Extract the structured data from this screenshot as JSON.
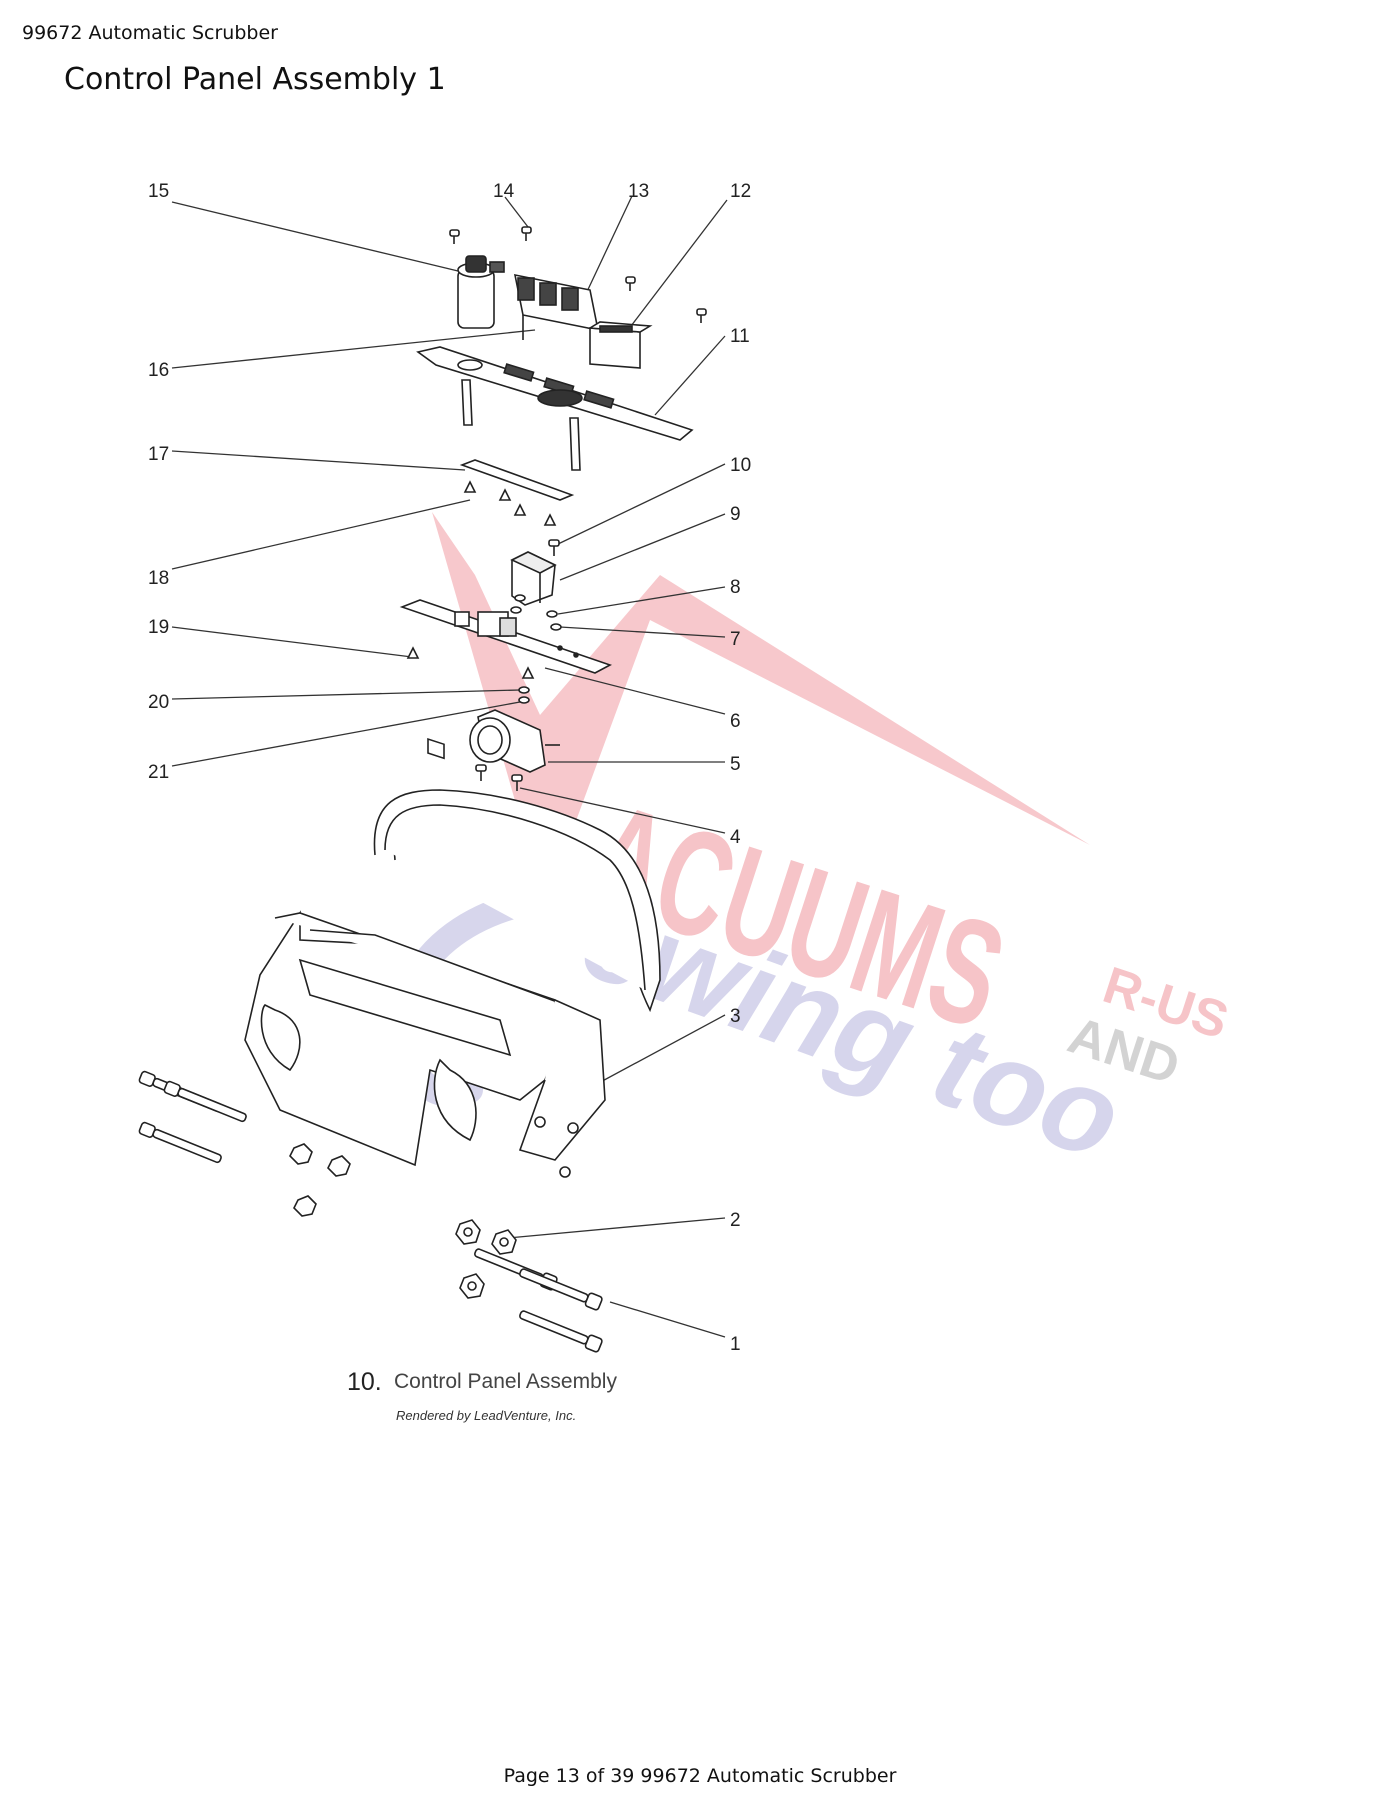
{
  "header": {
    "document": "99672 Automatic Scrubber",
    "title": "Control Panel Assembly 1"
  },
  "diagram": {
    "caption_number": "10.",
    "caption_text": "Control Panel Assembly",
    "credit": "Rendered by LeadVenture, Inc.",
    "callouts": [
      {
        "id": "1",
        "label": "1"
      },
      {
        "id": "2",
        "label": "2"
      },
      {
        "id": "3",
        "label": "3"
      },
      {
        "id": "4",
        "label": "4"
      },
      {
        "id": "5",
        "label": "5"
      },
      {
        "id": "6",
        "label": "6"
      },
      {
        "id": "7",
        "label": "7"
      },
      {
        "id": "8",
        "label": "8"
      },
      {
        "id": "9",
        "label": "9"
      },
      {
        "id": "10",
        "label": "10"
      },
      {
        "id": "11",
        "label": "11"
      },
      {
        "id": "12",
        "label": "12"
      },
      {
        "id": "13",
        "label": "13"
      },
      {
        "id": "14",
        "label": "14"
      },
      {
        "id": "15",
        "label": "15"
      },
      {
        "id": "16",
        "label": "16"
      },
      {
        "id": "17",
        "label": "17"
      },
      {
        "id": "18",
        "label": "18"
      },
      {
        "id": "19",
        "label": "19"
      },
      {
        "id": "20",
        "label": "20"
      },
      {
        "id": "21",
        "label": "21"
      }
    ]
  },
  "watermark": {
    "line1": "ACUUMS",
    "suffix": "R-US",
    "connector": "AND",
    "line2": "ewing too",
    "colors": {
      "red": "#f4b6bb",
      "purple": "#c9c8e6",
      "gray": "#cfcfcf"
    }
  },
  "footer": {
    "page_text": "Page 13 of 39 99672 Automatic Scrubber"
  }
}
